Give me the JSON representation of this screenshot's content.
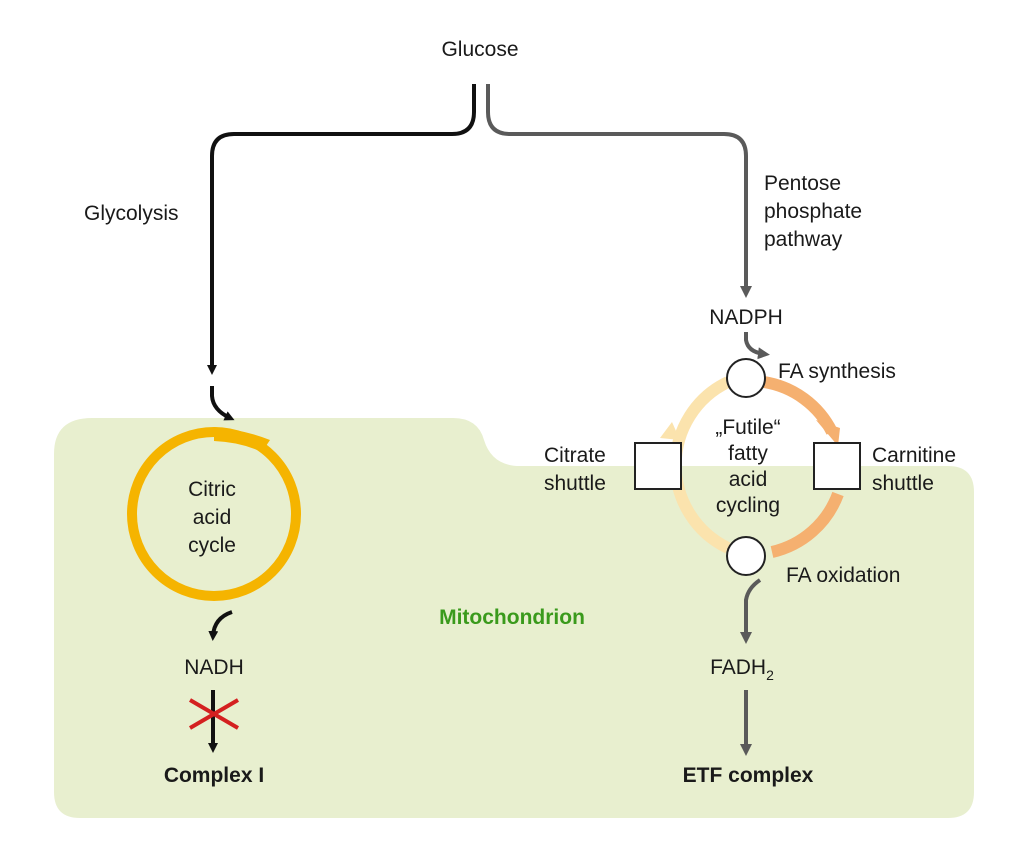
{
  "labels": {
    "glucose": "Glucose",
    "glycolysis": "Glycolysis",
    "pentose_line1": "Pentose",
    "pentose_line2": "phosphate",
    "pentose_line3": "pathway",
    "nadph": "NADPH",
    "fa_synthesis": "FA synthesis",
    "citrate_line1": "Citrate",
    "citrate_line2": "shuttle",
    "carnitine_line1": "Carnitine",
    "carnitine_line2": "shuttle",
    "futile_line1": "„Futile“",
    "futile_line2": "fatty",
    "futile_line3": "acid",
    "futile_line4": "cycling",
    "fa_oxidation": "FA oxidation",
    "citric_line1": "Citric",
    "citric_line2": "acid",
    "citric_line3": "cycle",
    "mitochondrion": "Mitochondrion",
    "nadh": "NADH",
    "fadh2_main": "FADH",
    "fadh2_sub": "2",
    "complex1": "Complex I",
    "etf_complex": "ETF complex"
  },
  "colors": {
    "mitochondrion_fill": "#e8efcf",
    "citric_cycle": "#f5b400",
    "futile_cycle_light": "#fbe3ad",
    "futile_cycle_dark": "#f5b070",
    "inhibition_cross": "#d42020",
    "glycolysis_arrow": "#111111",
    "pentose_arrow": "#5a5a5a",
    "mitochondrion_label": "#3a9a1c"
  }
}
